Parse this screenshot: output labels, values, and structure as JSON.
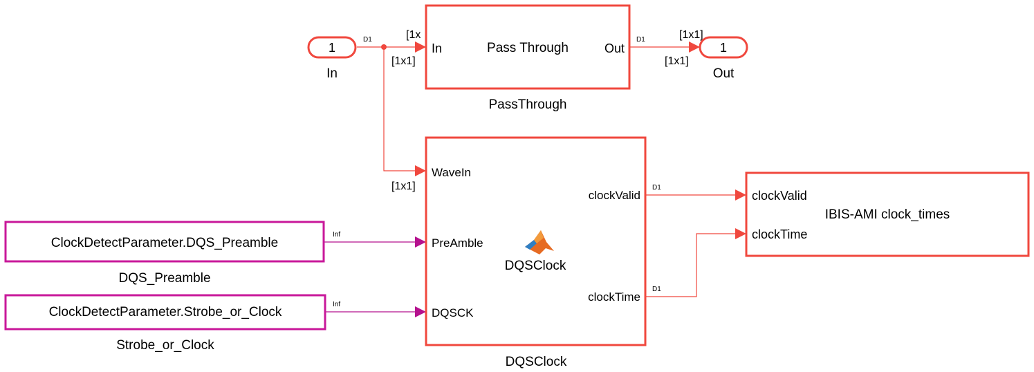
{
  "colors": {
    "block_border": "#f0483e",
    "constant_border": "#c8189a",
    "signal_line": "#f0483e",
    "constant_line": "#b5118e"
  },
  "inport": {
    "number": "1",
    "name": "In"
  },
  "outport": {
    "number": "1",
    "name": "Out"
  },
  "pass_through": {
    "title": "Pass Through",
    "name": "PassThrough",
    "input_port": "In",
    "output_port": "Out",
    "dim_top_in": "[1x",
    "dim_bottom_in": "[1x1]",
    "dim_top_out": "[1x1]",
    "dim_bottom_out": "[1x1]"
  },
  "dqs_clock": {
    "name": "DQSClock",
    "center_label": "DQSClock",
    "icon": "matlab-logo-icon",
    "inputs": [
      "WaveIn",
      "PreAmble",
      "DQSCK"
    ],
    "outputs": [
      "clockValid",
      "clockTime"
    ],
    "dim_wavein": "[1x1]"
  },
  "ibis_block": {
    "title": "IBIS-AMI clock_times",
    "inputs": [
      "clockValid",
      "clockTime"
    ]
  },
  "constants": [
    {
      "value": "ClockDetectParameter.DQS_Preamble",
      "name": "DQS_Preamble"
    },
    {
      "value": "ClockDetectParameter.Strobe_or_Clock",
      "name": "Strobe_or_Clock"
    }
  ],
  "rates": {
    "in_line": "D1",
    "out_line": "D1",
    "clock_valid": "D1",
    "clock_time": "D1",
    "preamble": "Inf",
    "dqsck": "Inf"
  }
}
